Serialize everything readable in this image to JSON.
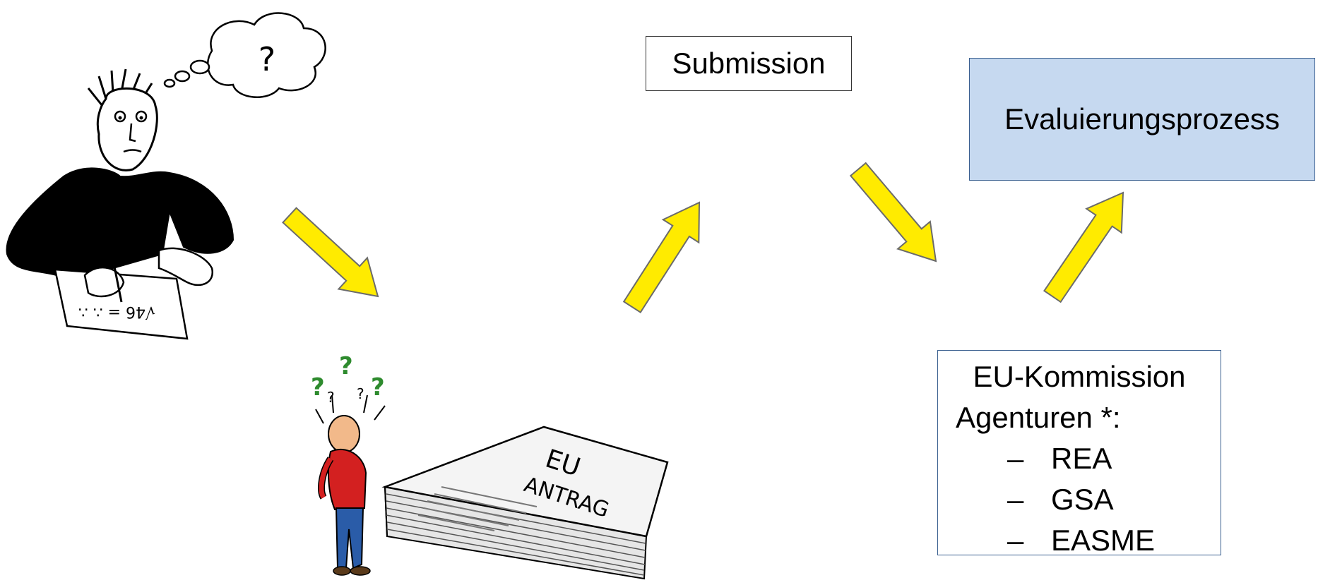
{
  "nodes": {
    "submission": "Submission",
    "evaluation": "Evaluierungsprozess",
    "agency_heading": "EU-Kommission",
    "agency_sub": "Agenturen *:",
    "agencies": [
      "REA",
      "GSA",
      "EASME"
    ]
  },
  "illustrations": {
    "thinker_thought": "?",
    "paper_formula": "√46 = ∴ ∴",
    "stack_label_line1": "EU",
    "stack_label_line2": "ANTRAG"
  },
  "colors": {
    "arrow_fill": "#ffeb00",
    "arrow_stroke": "#6b6b6b",
    "process_fill": "#c6d9f0",
    "box_border": "#3a5f8f"
  },
  "icons": [
    "thinking-person-icon",
    "confused-person-icon",
    "document-stack-icon",
    "arrow-icon"
  ]
}
